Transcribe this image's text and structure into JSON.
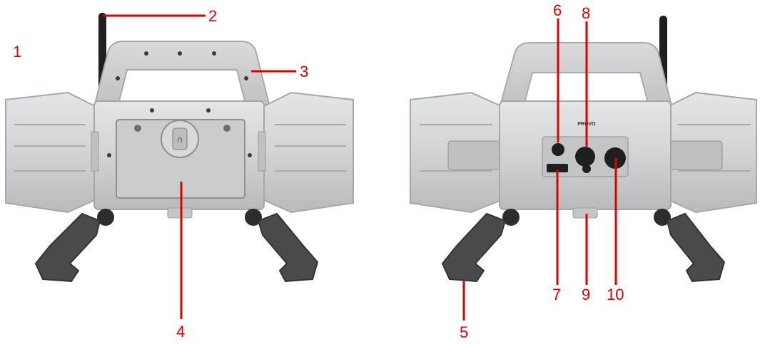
{
  "figure": {
    "views": [
      {
        "id": "front",
        "description_hidden": true
      },
      {
        "id": "rear",
        "description_hidden": true
      }
    ],
    "callout_color": "#e00000",
    "device_color": "#cfd0d2",
    "leg_color": "#4a4a4c",
    "callouts": [
      "1",
      "2",
      "3",
      "4",
      "5",
      "6",
      "7",
      "8",
      "9",
      "10"
    ],
    "rear_logo": "PROVO"
  }
}
